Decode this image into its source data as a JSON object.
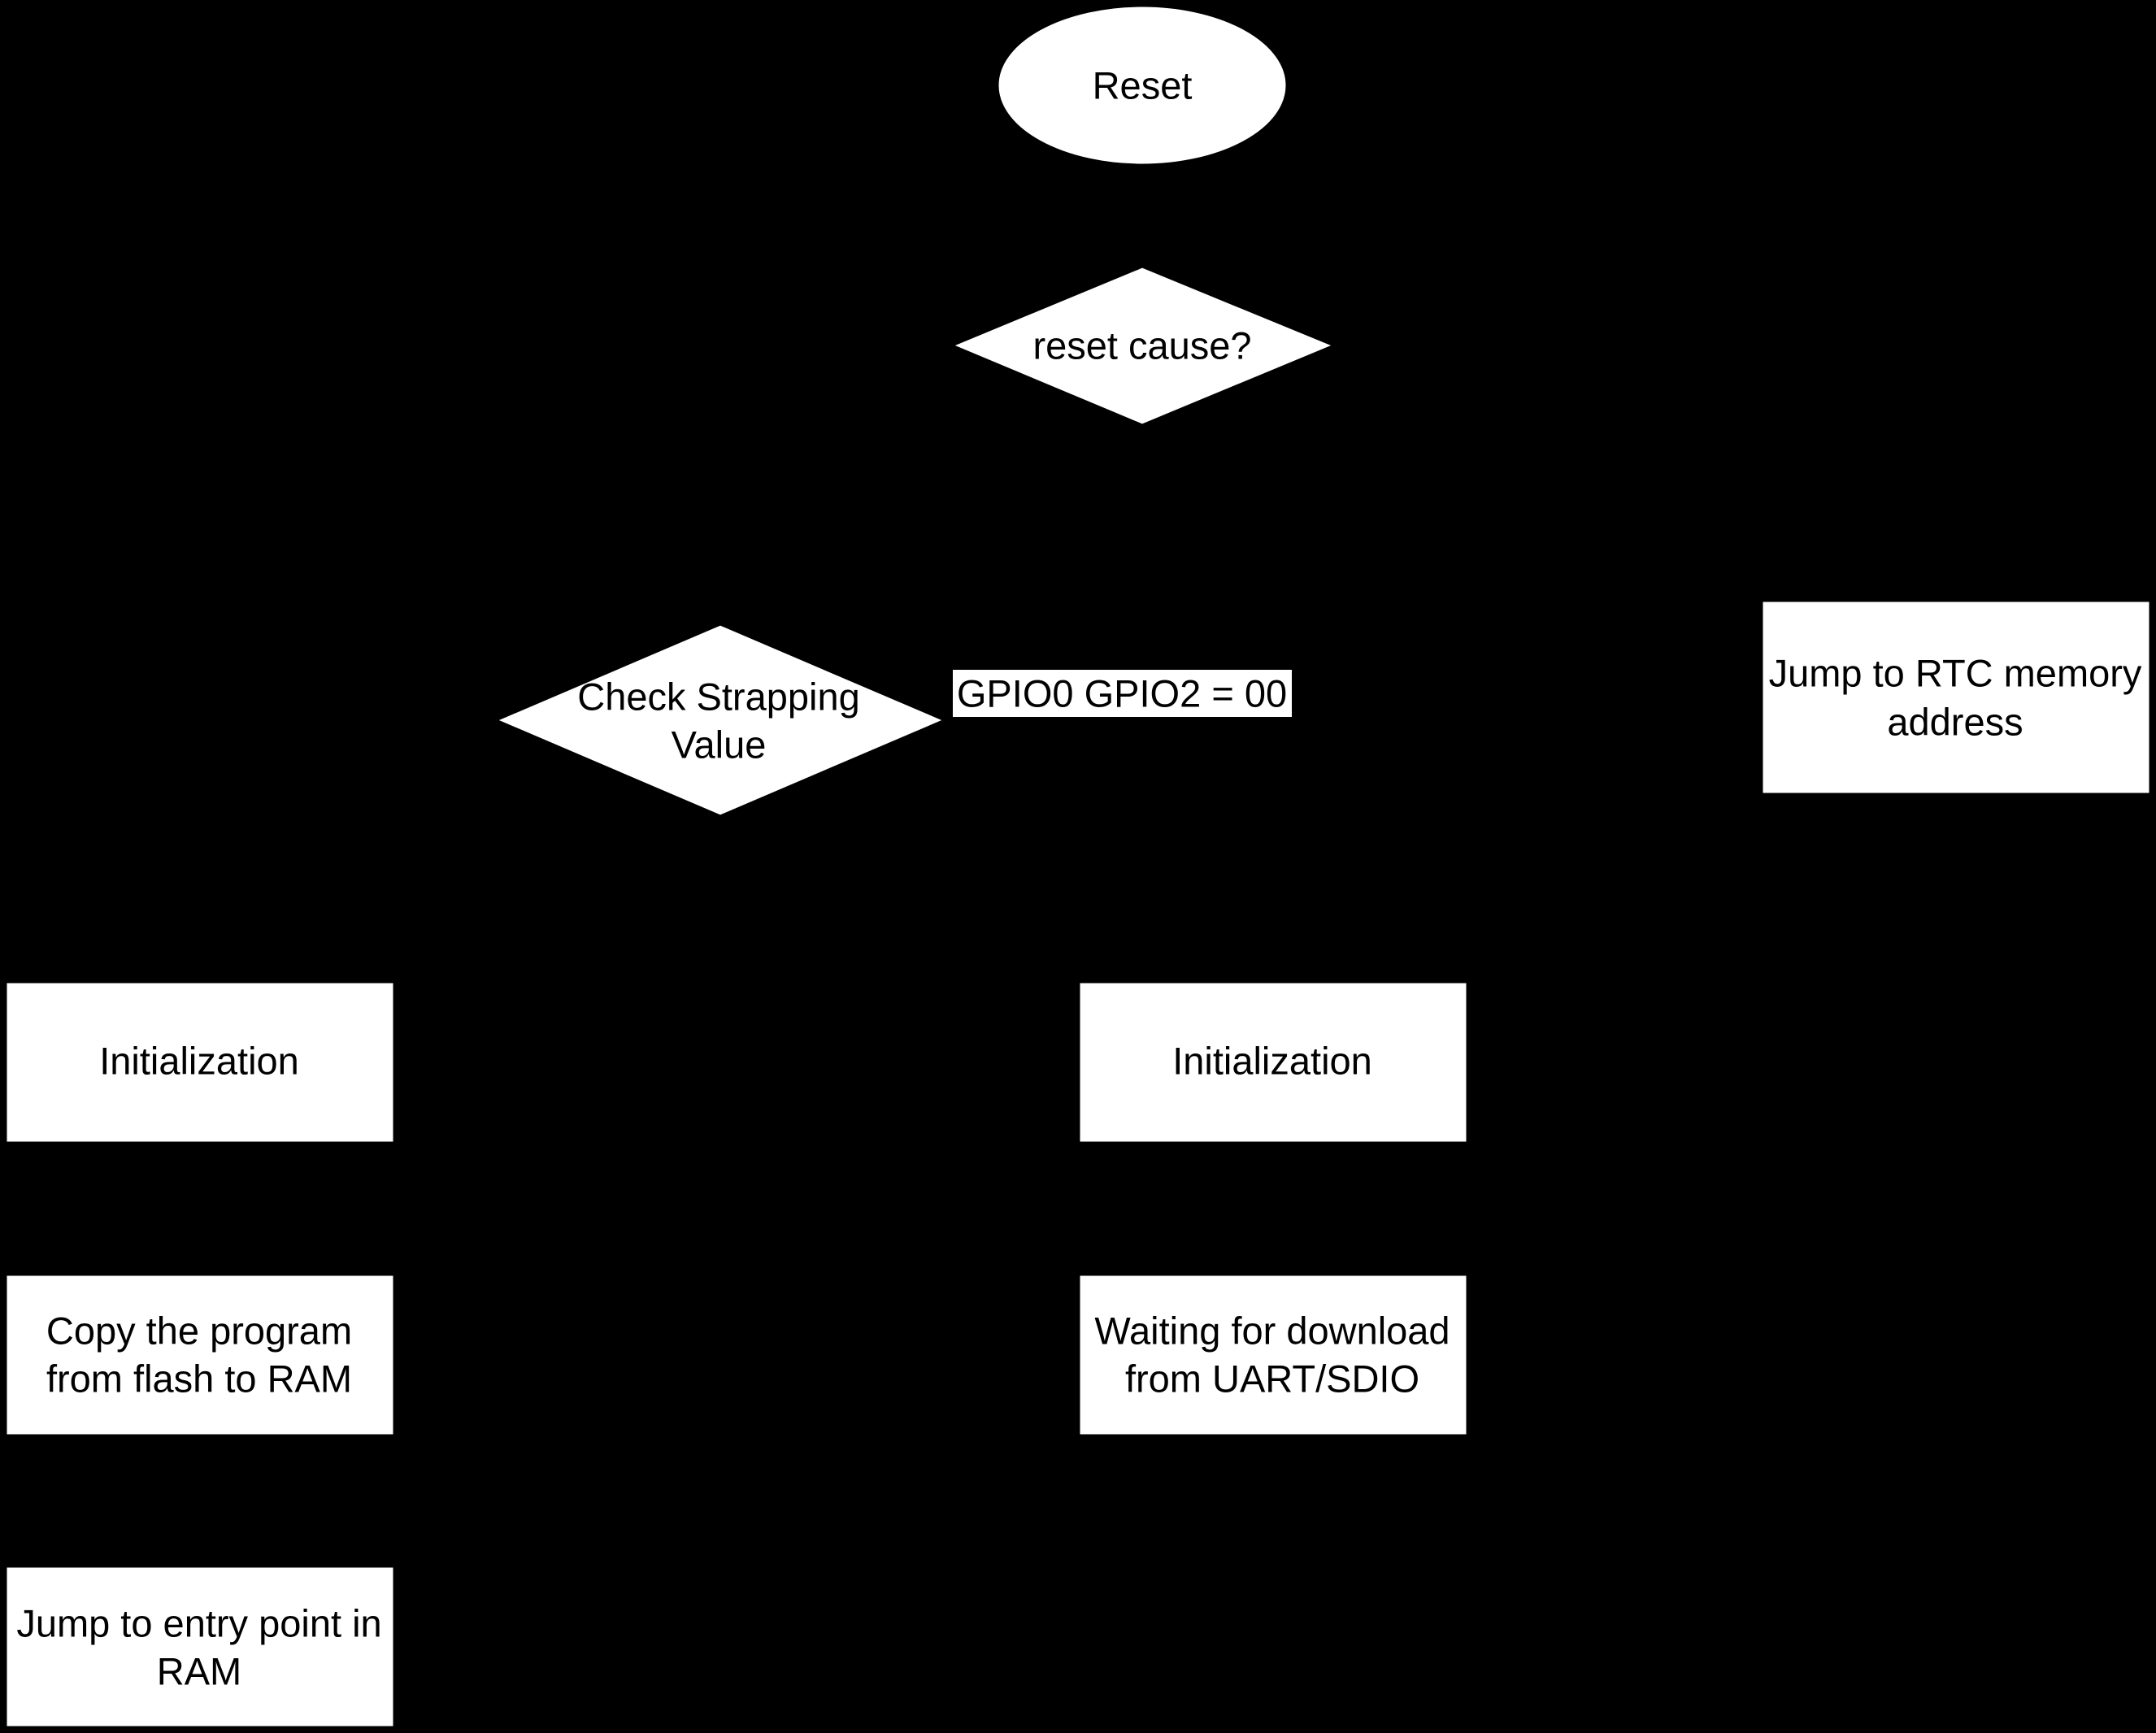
{
  "colors": {
    "background": "#000000",
    "node_fill": "#ffffff",
    "text": "#000000"
  },
  "nodes": {
    "reset": "Reset",
    "reset_cause": "reset cause?",
    "check_strapping": [
      "Check Strapping",
      "Value"
    ],
    "jump_rtc": [
      "Jump to RTC memory",
      "address"
    ],
    "init_left": "Initialization",
    "init_right": "Initialization",
    "copy_program": [
      "Copy the program",
      "from flash to RAM"
    ],
    "waiting_download": [
      "Waiting for download",
      "from UART/SDIO"
    ],
    "jump_entry": [
      "Jump to entry point in",
      "RAM"
    ]
  },
  "edge_labels": {
    "gpio": "GPIO0 GPIO2 = 00"
  }
}
